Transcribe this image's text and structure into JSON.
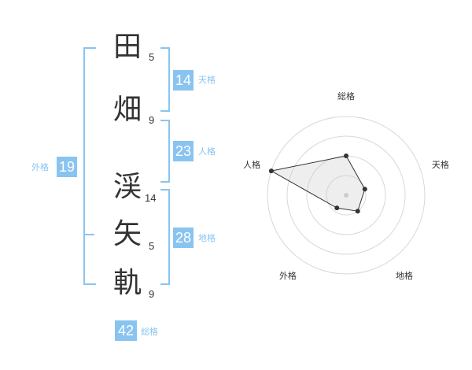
{
  "name": {
    "chars": [
      {
        "char": "田",
        "strokes": "5"
      },
      {
        "char": "畑",
        "strokes": "9"
      },
      {
        "char": "渓",
        "strokes": "14"
      },
      {
        "char": "矢",
        "strokes": "5"
      },
      {
        "char": "軌",
        "strokes": "9"
      }
    ]
  },
  "fortunes": {
    "tenkaku": {
      "value": "14",
      "label": "天格"
    },
    "jinkaku": {
      "value": "23",
      "label": "人格"
    },
    "chikaku": {
      "value": "28",
      "label": "地格"
    },
    "gaikaku": {
      "value": "19",
      "label": "外格"
    },
    "soukaku": {
      "value": "42",
      "label": "総格"
    }
  },
  "accent_color": "#89c4f1",
  "chart_data": {
    "type": "radar",
    "axes": [
      "総格",
      "天格",
      "地格",
      "外格",
      "人格"
    ],
    "values": [
      2,
      1,
      1,
      0.8,
      4
    ],
    "max": 4,
    "rings": 4
  }
}
